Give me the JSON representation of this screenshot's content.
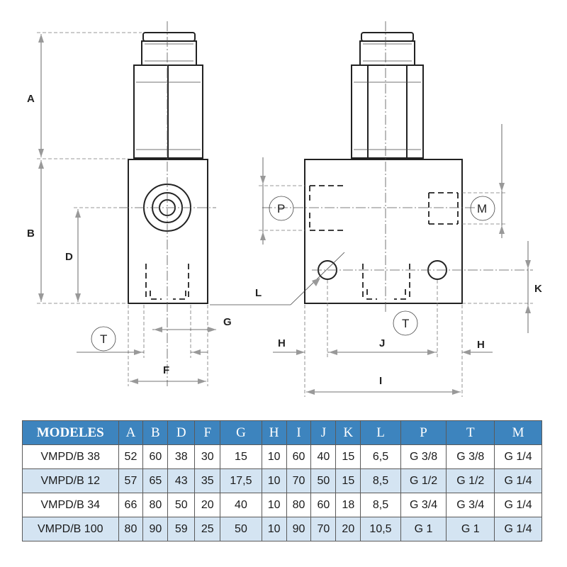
{
  "drawing": {
    "dimensions": {
      "A": "A",
      "B": "B",
      "D": "D",
      "F": "F",
      "G": "G",
      "H": "H",
      "I": "I",
      "J": "J",
      "K": "K",
      "L": "L"
    },
    "ports": {
      "P": "P",
      "T": "T",
      "M": "M"
    }
  },
  "table": {
    "headers": [
      "MODELES",
      "A",
      "B",
      "D",
      "F",
      "G",
      "H",
      "I",
      "J",
      "K",
      "L",
      "P",
      "T",
      "M"
    ],
    "rows": [
      [
        "VMPD/B 38",
        "52",
        "60",
        "38",
        "30",
        "15",
        "10",
        "60",
        "40",
        "15",
        "6,5",
        "G 3/8",
        "G 3/8",
        "G 1/4"
      ],
      [
        "VMPD/B 12",
        "57",
        "65",
        "43",
        "35",
        "17,5",
        "10",
        "70",
        "50",
        "15",
        "8,5",
        "G 1/2",
        "G 1/2",
        "G 1/4"
      ],
      [
        "VMPD/B 34",
        "66",
        "80",
        "50",
        "20",
        "40",
        "10",
        "80",
        "60",
        "18",
        "8,5",
        "G 3/4",
        "G 3/4",
        "G 1/4"
      ],
      [
        "VMPD/B 100",
        "80",
        "90",
        "59",
        "25",
        "50",
        "10",
        "90",
        "70",
        "20",
        "10,5",
        "G 1",
        "G 1",
        "G 1/4"
      ]
    ]
  },
  "colors": {
    "header_bg": "#3d84be",
    "alt_row_bg": "#d4e4f2"
  }
}
